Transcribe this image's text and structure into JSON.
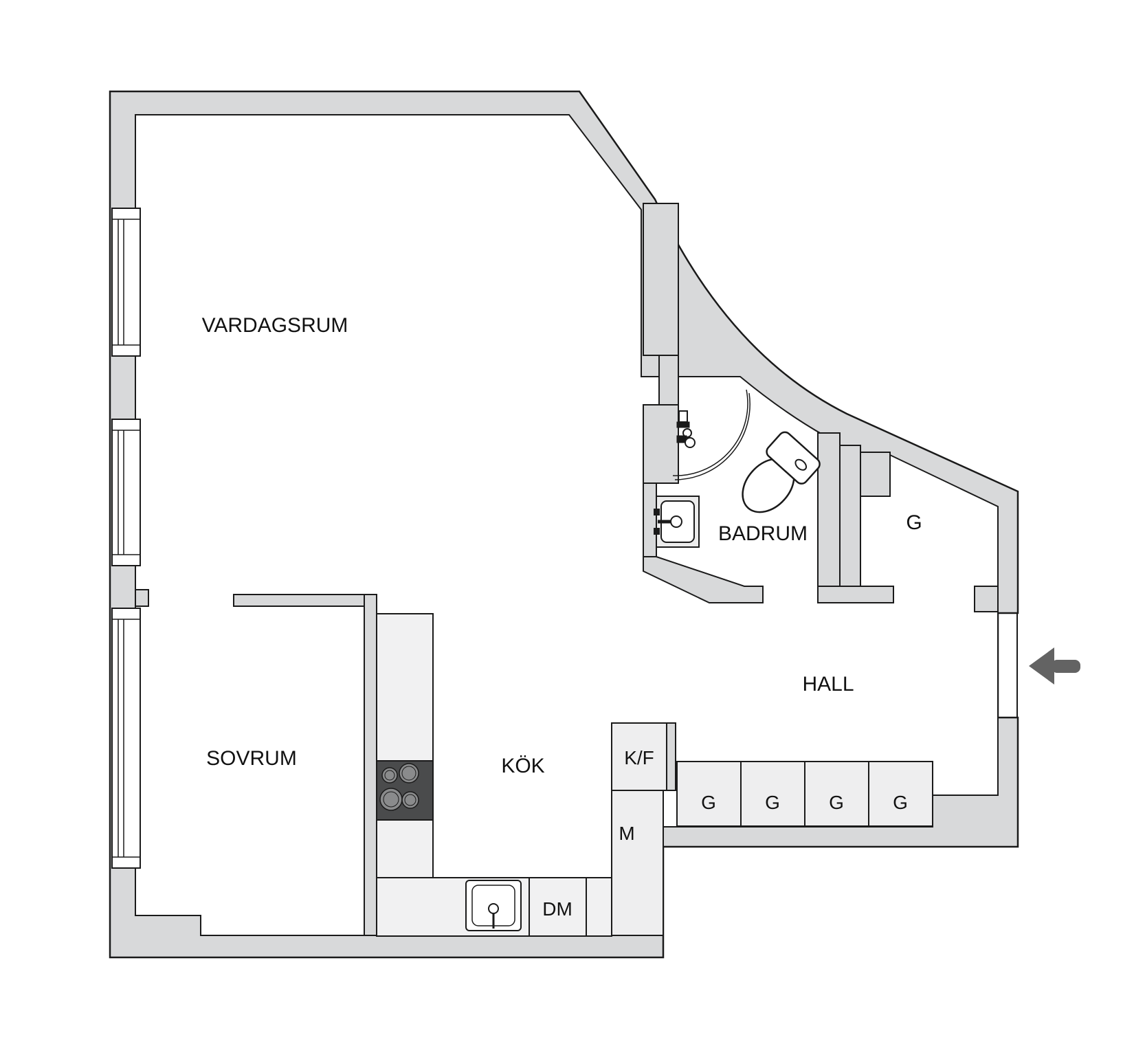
{
  "document": {
    "type": "apartment floor plan",
    "language": "Swedish"
  },
  "colors": {
    "wall_fill": "#d8d9da",
    "outline": "#1a1a1a",
    "fixture_fill": "#eeeeef",
    "counter_fill": "#f1f1f2",
    "stove_fill": "#4a4b4c",
    "burner_fill": "#8a8b8c",
    "arrow_fill": "#636363",
    "floor_fill": "#ffffff"
  },
  "rooms": {
    "vardagsrum": {
      "label": "VARDAGSRUM"
    },
    "sovrum": {
      "label": "SOVRUM"
    },
    "kok": {
      "label": "KÖK"
    },
    "badrum": {
      "label": "BADRUM"
    },
    "hall": {
      "label": "HALL"
    },
    "garderob": {
      "label": "G"
    }
  },
  "closets": {
    "g1": "G",
    "g2": "G",
    "g3": "G",
    "g4": "G"
  },
  "appliances": {
    "fridge_freezer": "K/F",
    "microwave_cabinet": "M",
    "dishwasher": "DM"
  },
  "icons": [
    "entrance-arrow-icon",
    "toilet-icon",
    "bathroom-sink-icon",
    "shower-mixer-icon",
    "door-swing-arc",
    "kitchen-sink-icon",
    "stove-icon",
    "window-icon"
  ]
}
